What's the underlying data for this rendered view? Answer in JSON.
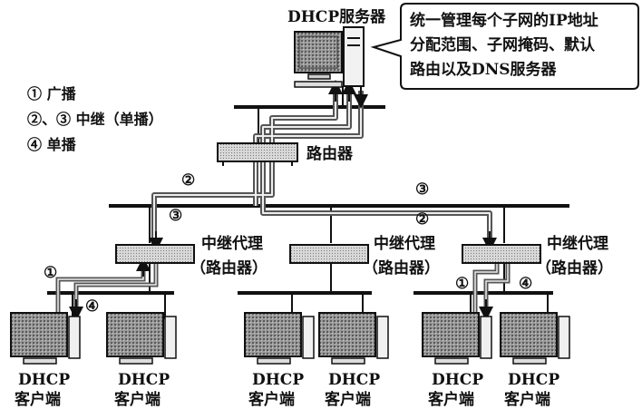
{
  "server": {
    "label": "DHCP服务器"
  },
  "callout": {
    "lines": [
      "统一管理每个子网的IP地址",
      "分配范围、子网掩码、默认",
      "路由以及DNS服务器"
    ]
  },
  "legend": {
    "broadcast": "① 广播",
    "relay": "②、③ 中继（单播）",
    "unicast": "④ 单播"
  },
  "router": {
    "label": "路由器"
  },
  "relays": [
    {
      "line1": "中继代理",
      "line2": "（路由器）"
    },
    {
      "line1": "中继代理",
      "line2": "（路由器）"
    },
    {
      "line1": "中继代理",
      "line2": "（路由器）"
    }
  ],
  "clients": [
    {
      "line1": "DHCP",
      "line2": "客户端"
    },
    {
      "line1": "DHCP",
      "line2": "客户端"
    },
    {
      "line1": "DHCP",
      "line2": "客户端"
    },
    {
      "line1": "DHCP",
      "line2": "客户端"
    },
    {
      "line1": "DHCP",
      "line2": "客户端"
    },
    {
      "line1": "DHCP",
      "line2": "客户端"
    }
  ],
  "markers": {
    "one": "①",
    "two": "②",
    "three": "③",
    "four": "④"
  }
}
